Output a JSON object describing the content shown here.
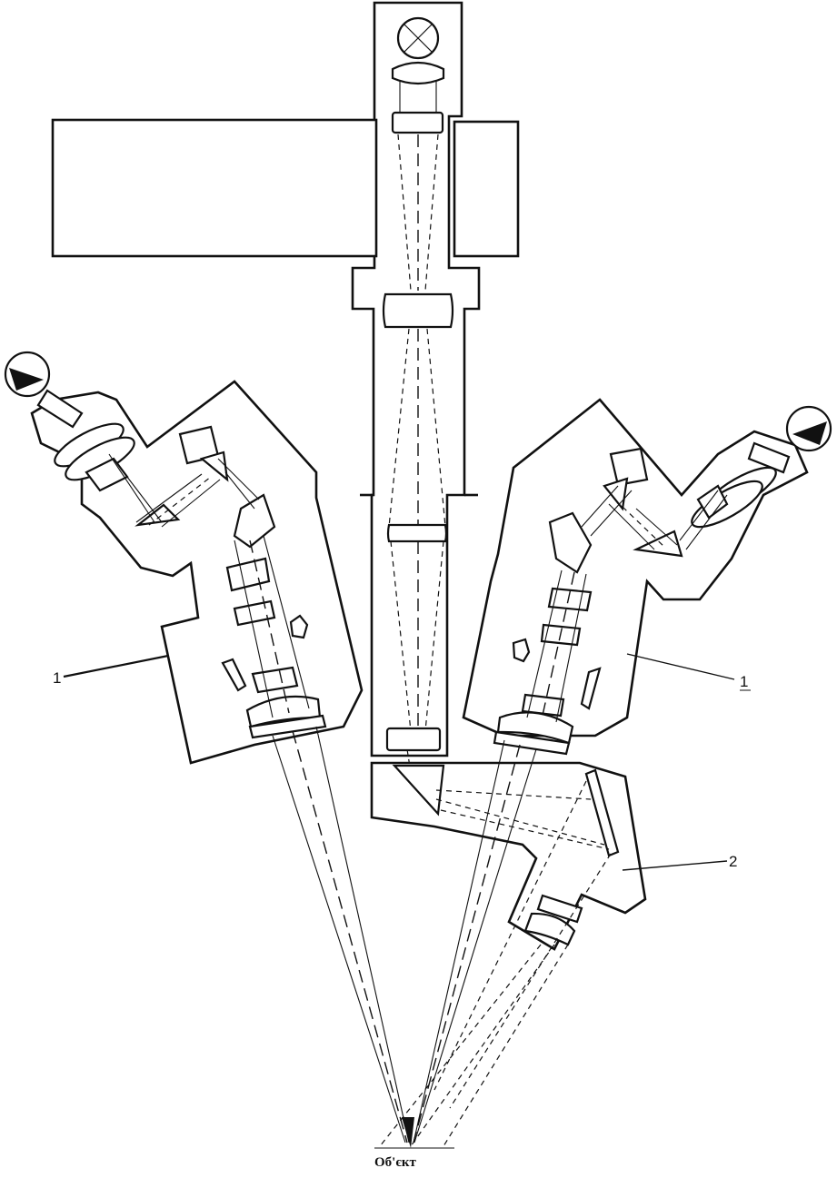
{
  "labels": {
    "left_binocular": "1",
    "right_binocular": "1",
    "illuminator": "2",
    "object": "Об'єкт"
  },
  "colors": {
    "ink": "#111111",
    "background": "#ffffff"
  }
}
